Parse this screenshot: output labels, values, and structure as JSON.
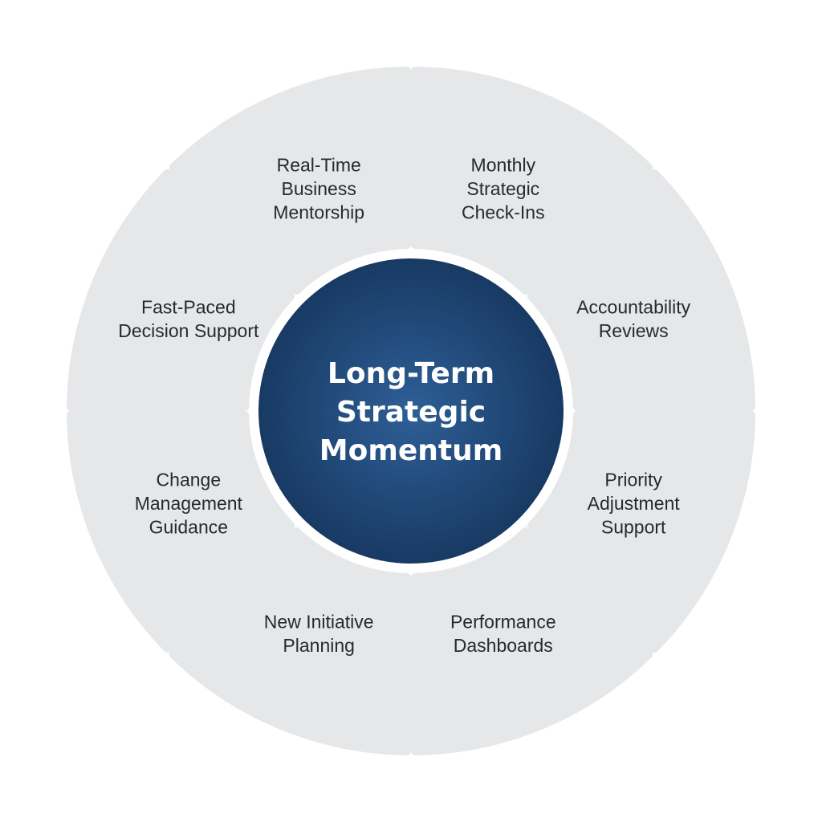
{
  "colors": {
    "background": "#ffffff",
    "segment_fill": "#e6e7e9",
    "hub_light": "#2e5f97",
    "hub_dark": "#183a63",
    "label_text": "#262a30",
    "hub_text": "#ffffff"
  },
  "hub": {
    "lines": [
      "Long-Term",
      "Strategic",
      "Momentum"
    ]
  },
  "segments": [
    {
      "id": "monthly-strategic-check-ins",
      "lines": [
        "Monthly",
        "Strategic",
        "Check-Ins"
      ]
    },
    {
      "id": "accountability-reviews",
      "lines": [
        "Accountability",
        "Reviews"
      ]
    },
    {
      "id": "priority-adjustment-support",
      "lines": [
        "Priority",
        "Adjustment",
        "Support"
      ]
    },
    {
      "id": "performance-dashboards",
      "lines": [
        "Performance",
        "Dashboards"
      ]
    },
    {
      "id": "new-initiative-planning",
      "lines": [
        "New Initiative",
        "Planning"
      ]
    },
    {
      "id": "change-management-guidance",
      "lines": [
        "Change",
        "Management",
        "Guidance"
      ]
    },
    {
      "id": "fast-paced-decision-support",
      "lines": [
        "Fast-Paced",
        "Decision Support"
      ]
    },
    {
      "id": "real-time-business-mentorship",
      "lines": [
        "Real-Time",
        "Business",
        "Mentorship"
      ]
    }
  ]
}
